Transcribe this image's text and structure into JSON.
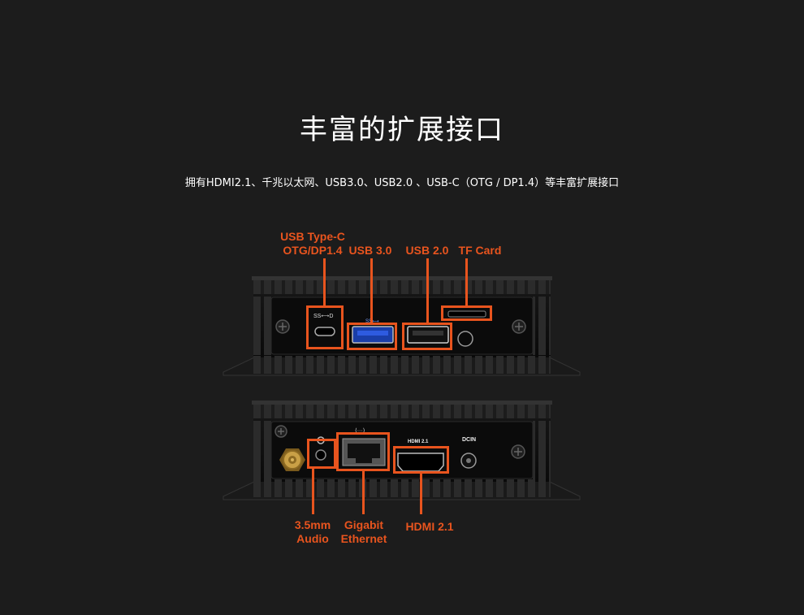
{
  "heading": {
    "title": "丰富的扩展接口",
    "subtitle": "拥有HDMI2.1、千兆以太网、USB3.0、USB2.0 、USB-C（OTG / DP1.4）等丰富扩展接口"
  },
  "front_panel": {
    "labels": {
      "usb_c": "USB Type-C\nOTG/DP1.4",
      "usb3": "USB 3.0",
      "usb2": "USB 2.0",
      "tf": "TF Card"
    },
    "markings": {
      "usb_c_mark": "SS⟷D",
      "usb3_mark": "SS⟷"
    }
  },
  "rear_panel": {
    "labels": {
      "audio": "3.5mm\nAudio",
      "ethernet": "Gigabit\nEthernet",
      "hdmi": "HDMI 2.1"
    },
    "markings": {
      "hdmi_mark": "HDMI 2.1",
      "dcin_mark": "DCIN",
      "eth_mark": "⟨···⟩"
    }
  },
  "colors": {
    "background": "#1c1c1c",
    "accent": "#e8541e",
    "device_body": "#0d0d0d",
    "fin": "#2a2a2a"
  }
}
